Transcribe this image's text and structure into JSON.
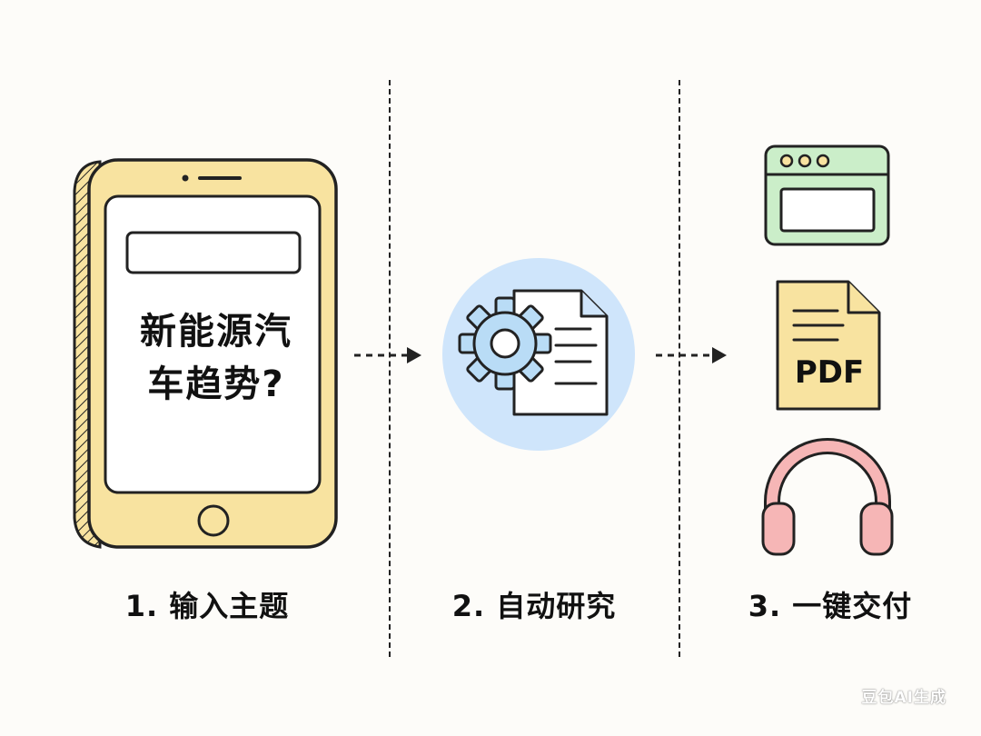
{
  "phone": {
    "question": "新能源汽车趋势?"
  },
  "steps": [
    {
      "label": "1. 输入主题"
    },
    {
      "label": "2. 自动研究"
    },
    {
      "label": "3. 一键交付"
    }
  ],
  "outputs": {
    "pdf_label": "PDF"
  },
  "watermark": "豆包AI生成",
  "colors": {
    "phone_fill": "#f8e3a0",
    "research_circle": "#cfe5fb",
    "gear_fill": "#b9dcf6",
    "browser_fill": "#cbeec9",
    "pdf_fill": "#f8e3a0",
    "headphones_fill": "#f6b6b6"
  }
}
